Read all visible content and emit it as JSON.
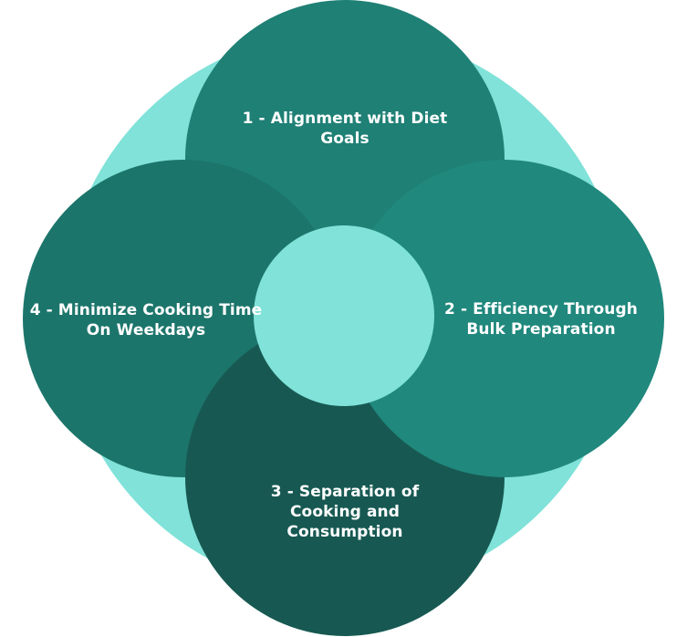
{
  "diagram": {
    "items": [
      {
        "label": "1 - Alignment with Diet Goals"
      },
      {
        "label": "2 - Efficiency Through Bulk Preparation"
      },
      {
        "label": "3 - Separation of Cooking and Consumption"
      },
      {
        "label": "4 - Minimize Cooking Time On Weekdays"
      }
    ]
  },
  "colors": {
    "background_circle": "#80E2D9",
    "center_circle": "#80E2D9",
    "circle_1": "#1F8075",
    "circle_2": "#20887D",
    "circle_3": "#175952",
    "circle_4": "#1C756B",
    "label_text": "#FFFFFF"
  }
}
